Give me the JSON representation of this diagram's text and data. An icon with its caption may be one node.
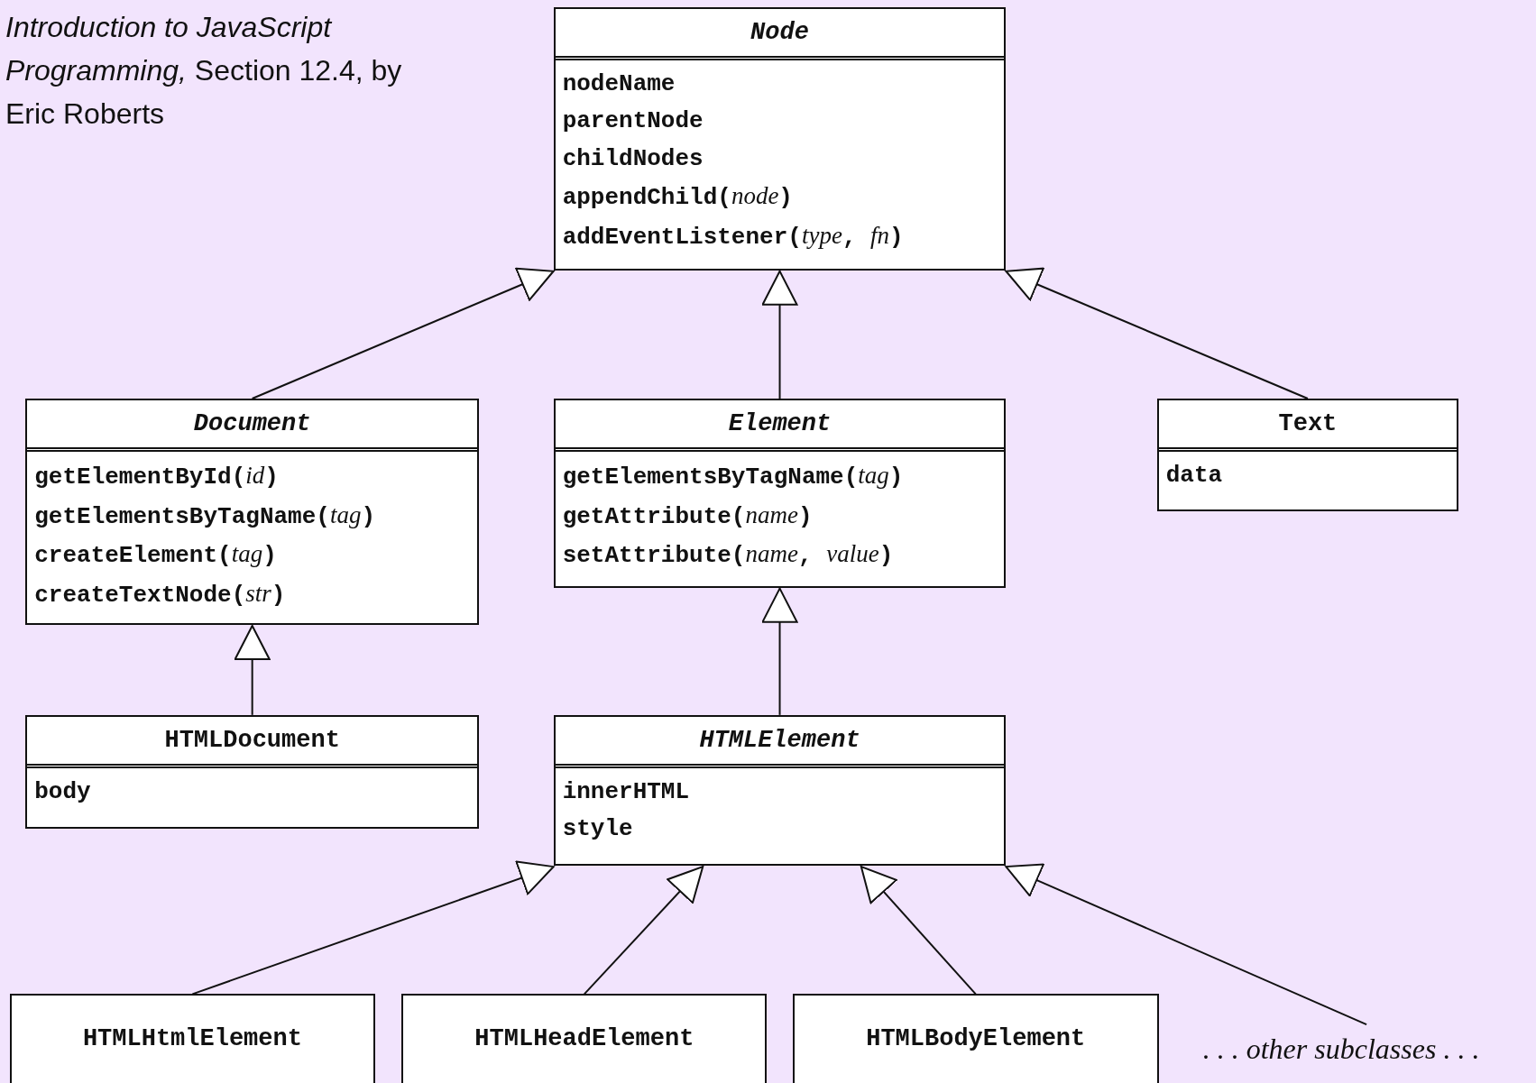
{
  "diagram": {
    "nodes": [
      {
        "text": [
          "Node",
          "nodeName",
          "parentNode",
          "childNodes",
          "appendChild(*node*)",
          "addEventListener(*type*, *fn*)"
        ]
      },
      {
        "text": [
          "Document",
          "getElementById(*id*)",
          "getElementsByTagName(*tag*)",
          "createElement(*tag*)",
          "createTextNode(*str*)"
        ]
      },
      {
        "text": [
          "Element",
          "getElementsByTagName(*tag*)",
          "getAttribute(*name*)",
          "setAttribute(*name*, *value*)"
        ]
      },
      {
        "text": [
          "Text",
          "data"
        ]
      },
      {
        "text": [
          "HTMLDocument",
          "body"
        ]
      },
      {
        "text": [
          "HTMLElement",
          "innerHTML",
          "style"
        ]
      },
      {
        "text": [
          "HTMLHtmlElement"
        ]
      },
      {
        "text": [
          "HTMLHeadElement"
        ]
      },
      {
        "text": [
          "HTMLBodyElement"
        ]
      },
      {
        "text": [
          ". . . other subclasses . . ."
        ]
      }
    ],
    "edges": [
      {
        "from": 1,
        "to": 0,
        "arrow": "to"
      },
      {
        "from": 2,
        "to": 0,
        "arrow": "to"
      },
      {
        "from": 3,
        "to": 0,
        "arrow": "to"
      },
      {
        "from": 4,
        "to": 1,
        "arrow": "to"
      },
      {
        "from": 5,
        "to": 2,
        "arrow": "to"
      },
      {
        "from": 6,
        "to": 5,
        "arrow": "to"
      },
      {
        "from": 7,
        "to": 5,
        "arrow": "to"
      },
      {
        "from": 8,
        "to": 5,
        "arrow": "to"
      },
      {
        "from": 9,
        "to": 5,
        "arrow": "to"
      }
    ],
    "labels": [
      "*Introduction to JavaScript Programming,* Section 12.4, by Eric Roberts"
    ]
  }
}
